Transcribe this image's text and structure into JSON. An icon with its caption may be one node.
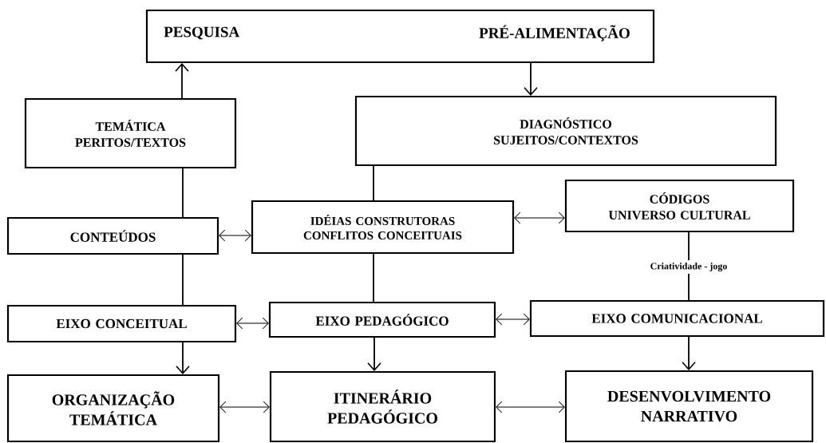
{
  "diagram": {
    "nodes": [
      {
        "text": [
          "PESQUISA",
          "PRÉ-ALIMENTAÇÃO"
        ]
      },
      {
        "text": [
          "TEMÁTICA",
          "PERITOS/TEXTOS"
        ]
      },
      {
        "text": [
          "DIAGNÓSTICO",
          "SUJEITOS/CONTEXTOS"
        ]
      },
      {
        "text": [
          "CÓDIGOS",
          "UNIVERSO CULTURAL"
        ]
      },
      {
        "text": [
          "CONTEÚDOS"
        ]
      },
      {
        "text": [
          "IDÉIAS CONSTRUTORAS",
          "CONFLITOS CONCEITUAIS"
        ]
      },
      {
        "text": [
          "EIXO CONCEITUAL"
        ]
      },
      {
        "text": [
          "EIXO PEDAGÓGICO"
        ]
      },
      {
        "text": [
          "EIXO COMUNICACIONAL"
        ]
      },
      {
        "text": [
          "ORGANIZAÇÃO TEMÁTICA"
        ]
      },
      {
        "text": [
          "ITINERÁRIO PEDAGÓGICO"
        ]
      },
      {
        "text": [
          "DESENVOLVIMENTO NARRATIVO"
        ]
      }
    ],
    "edges": [
      {
        "from": 1,
        "to": 0,
        "arrow": "to"
      },
      {
        "from": 0,
        "to": 2,
        "arrow": "to"
      },
      {
        "from": 1,
        "to": 4,
        "arrow": "none"
      },
      {
        "from": 2,
        "to": 5,
        "arrow": "none"
      },
      {
        "from": 4,
        "to": 5,
        "arrow": "both"
      },
      {
        "from": 5,
        "to": 3,
        "arrow": "both"
      },
      {
        "from": 3,
        "to": 8,
        "arrow": "none",
        "label": "Criatividade - jogo"
      },
      {
        "from": 4,
        "to": 6,
        "arrow": "none"
      },
      {
        "from": 5,
        "to": 7,
        "arrow": "none"
      },
      {
        "from": 6,
        "to": 7,
        "arrow": "both"
      },
      {
        "from": 7,
        "to": 8,
        "arrow": "both"
      },
      {
        "from": 6,
        "to": 9,
        "arrow": "to"
      },
      {
        "from": 7,
        "to": 10,
        "arrow": "to"
      },
      {
        "from": 8,
        "to": 11,
        "arrow": "to"
      },
      {
        "from": 9,
        "to": 10,
        "arrow": "both"
      },
      {
        "from": 10,
        "to": 11,
        "arrow": "both"
      }
    ]
  }
}
